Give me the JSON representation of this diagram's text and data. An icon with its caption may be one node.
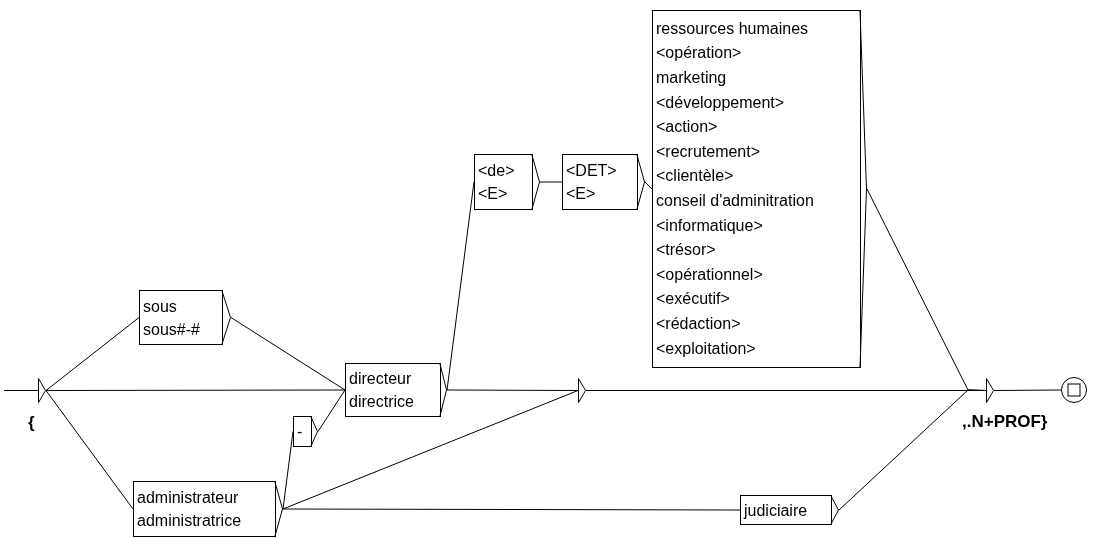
{
  "diagram": {
    "nodes": [
      {
        "text": [],
        "shape": "triangle",
        "beside": [
          "{"
        ]
      },
      {
        "text": [
          "sous",
          "sous#-#"
        ]
      },
      {
        "text": [
          "directeur",
          "directrice"
        ]
      },
      {
        "text": [
          "-"
        ]
      },
      {
        "text": [
          "administrateur",
          "administratrice"
        ]
      },
      {
        "text": [
          "<de>",
          "<E>"
        ]
      },
      {
        "text": [
          "<DET>",
          "<E>"
        ]
      },
      {
        "text": [
          "ressources humaines",
          "<opération>",
          "marketing",
          "<développement>",
          "<action>",
          "<recrutement>",
          "<clientèle>",
          "conseil d'adminitration",
          "<informatique>",
          "<trésor>",
          "<opérationnel>",
          "<exécutif>",
          "<rédaction>",
          "<exploitation>"
        ]
      },
      {
        "text": [],
        "shape": "triangle"
      },
      {
        "text": [
          "judiciaire"
        ]
      },
      {
        "text": [],
        "shape": "triangle",
        "beside": [
          ",.N+PROF}"
        ]
      },
      {
        "text": [],
        "shape": "circle"
      }
    ],
    "edges": [
      {
        "from": null,
        "to": 0,
        "arrow": "none"
      },
      {
        "from": 0,
        "to": 1,
        "arrow": "none"
      },
      {
        "from": 0,
        "to": 2,
        "arrow": "none"
      },
      {
        "from": 0,
        "to": 4,
        "arrow": "none"
      },
      {
        "from": 1,
        "to": 2,
        "arrow": "none"
      },
      {
        "from": 4,
        "to": 3,
        "arrow": "none"
      },
      {
        "from": 3,
        "to": 2,
        "arrow": "none"
      },
      {
        "from": 2,
        "to": 5,
        "arrow": "none"
      },
      {
        "from": 5,
        "to": 6,
        "arrow": "none"
      },
      {
        "from": 6,
        "to": 7,
        "arrow": "none"
      },
      {
        "from": 2,
        "to": 8,
        "arrow": "none"
      },
      {
        "from": 4,
        "to": 8,
        "arrow": "none"
      },
      {
        "from": 4,
        "to": 9,
        "arrow": "none"
      },
      {
        "from": 7,
        "to": 10,
        "arrow": "none"
      },
      {
        "from": 8,
        "to": 10,
        "arrow": "none"
      },
      {
        "from": 9,
        "to": 10,
        "arrow": "none"
      },
      {
        "from": 10,
        "to": 11,
        "arrow": "none"
      }
    ]
  }
}
